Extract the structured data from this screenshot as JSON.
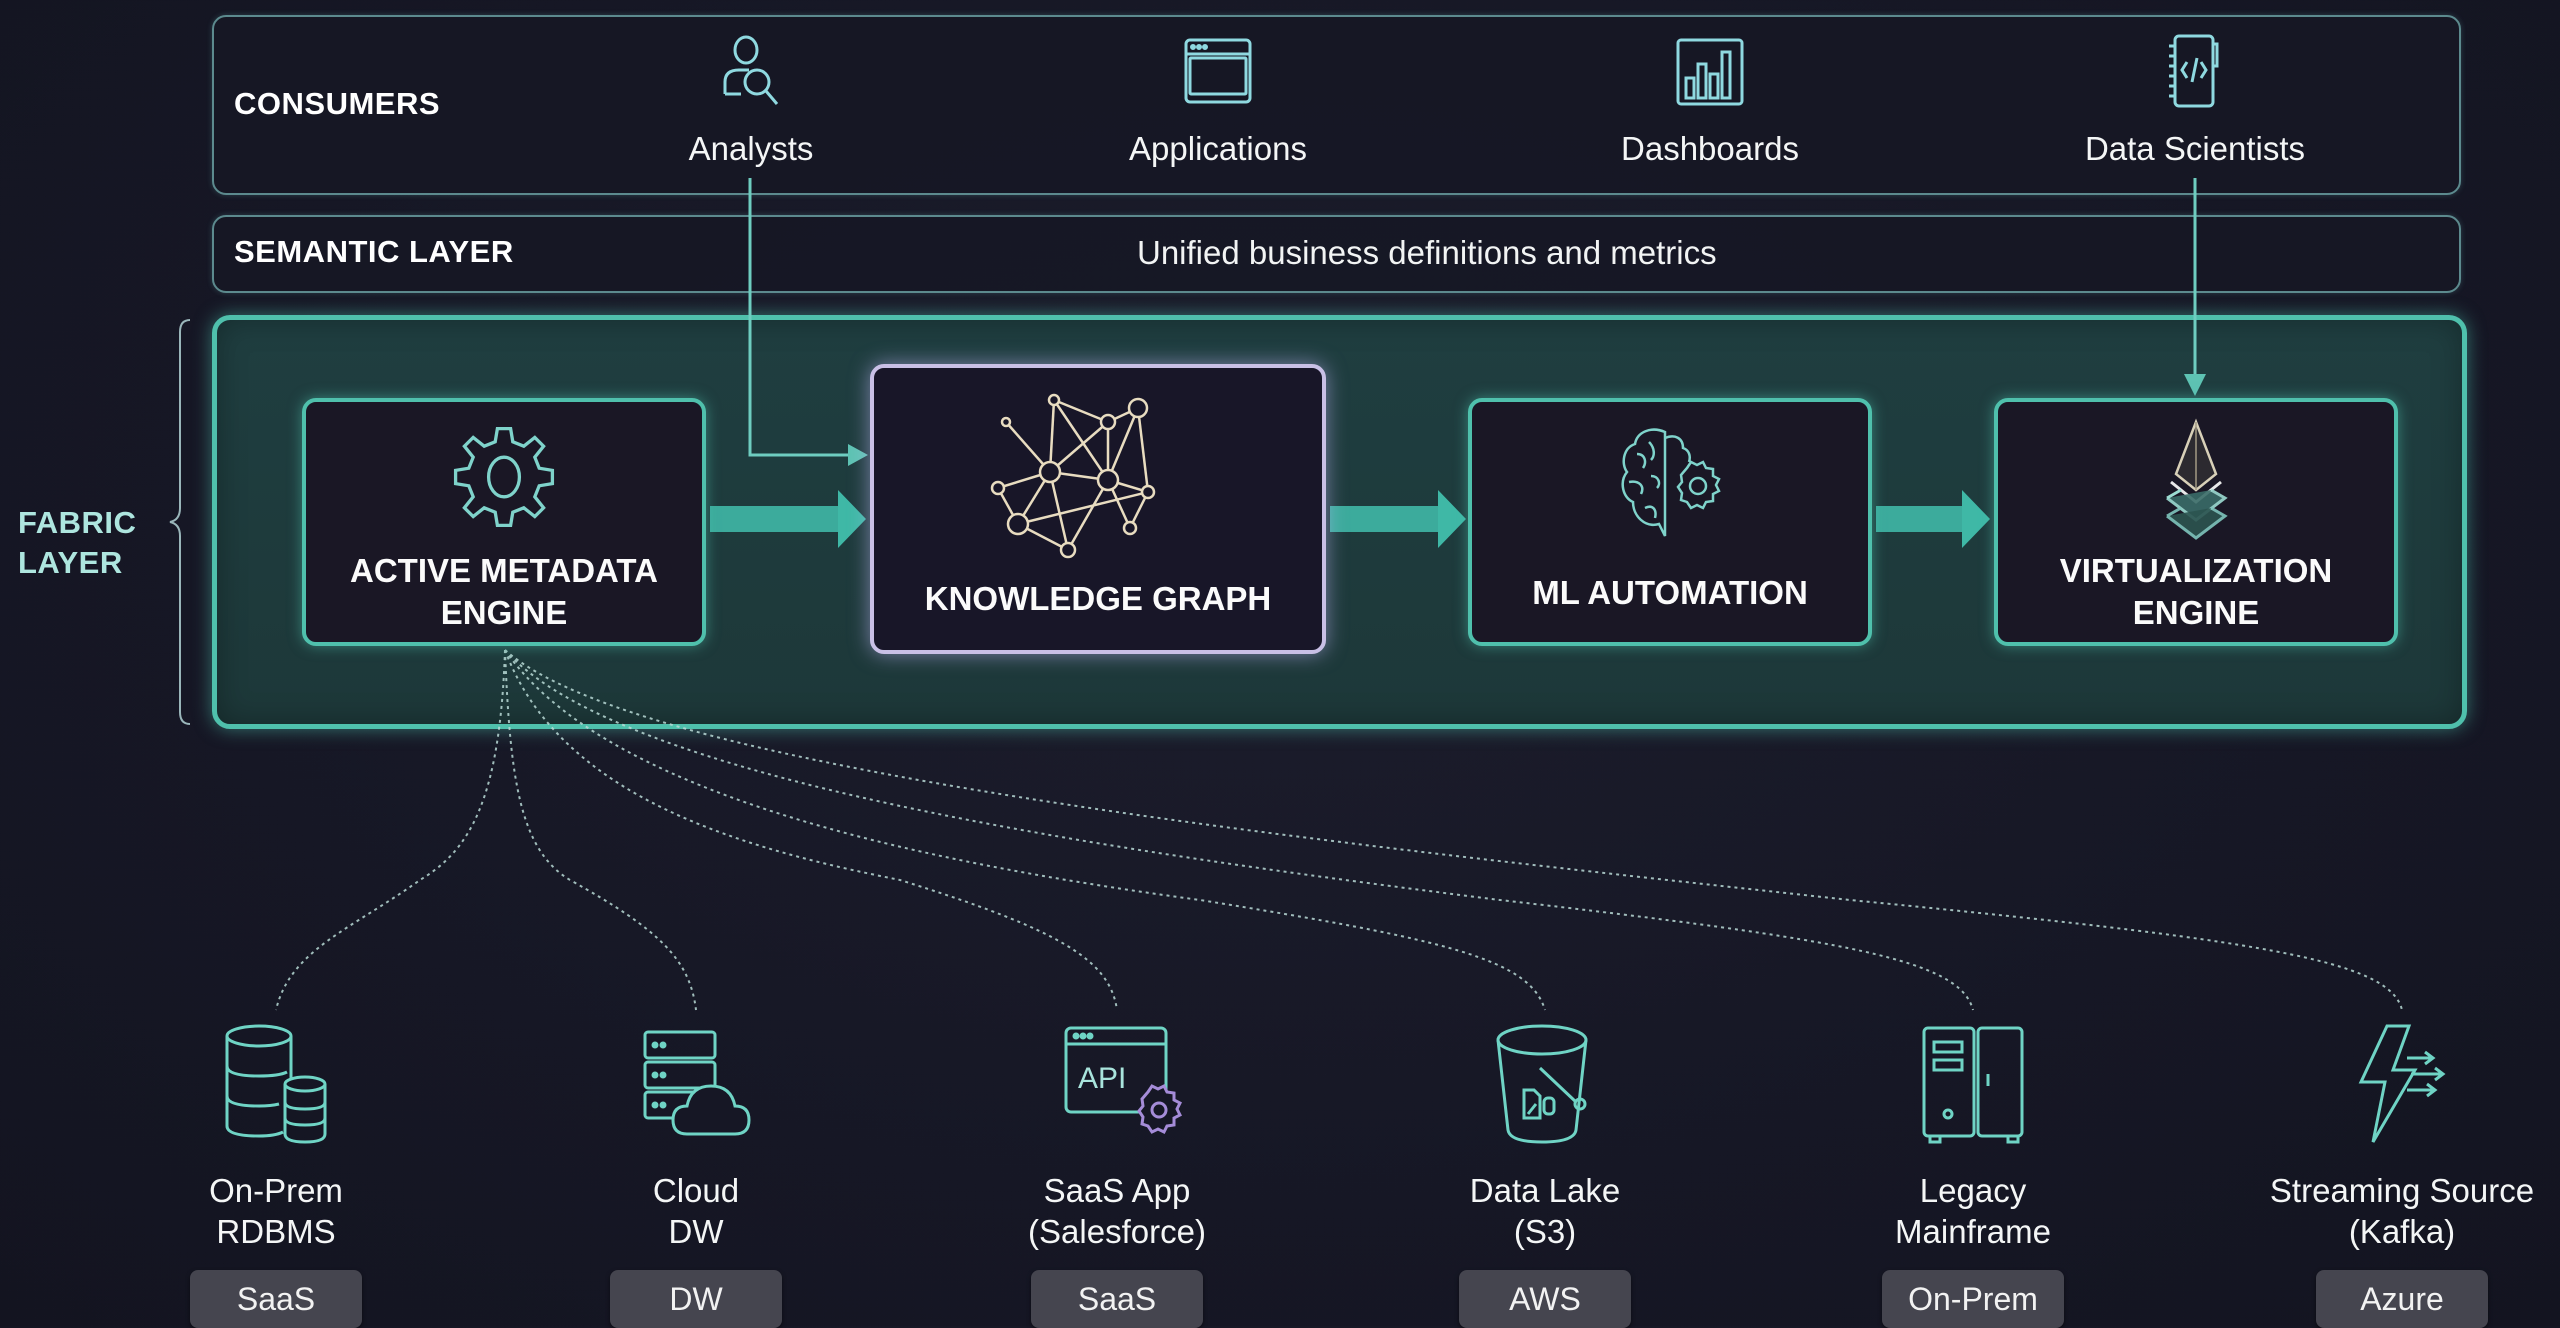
{
  "consumers": {
    "title": "CONSUMERS",
    "items": [
      {
        "label": "Analysts",
        "icon": "analyst-search-icon"
      },
      {
        "label": "Applications",
        "icon": "app-window-icon"
      },
      {
        "label": "Dashboards",
        "icon": "bar-chart-icon"
      },
      {
        "label": "Data Scientists",
        "icon": "code-notebook-icon"
      }
    ]
  },
  "semantic": {
    "title": "SEMANTIC LAYER",
    "description": "Unified business definitions and metrics"
  },
  "fabric": {
    "label_line1": "FABRIC",
    "label_line2": "LAYER",
    "engines": [
      {
        "line1": "ACTIVE METADATA",
        "line2": "ENGINE",
        "icon": "gear-icon"
      },
      {
        "line1": "KNOWLEDGE GRAPH",
        "line2": "",
        "icon": "network-graph-icon"
      },
      {
        "line1": "ML AUTOMATION",
        "line2": "",
        "icon": "brain-gear-icon"
      },
      {
        "line1": "VIRTUALIZATION",
        "line2": "ENGINE",
        "icon": "layers-pyramid-icon"
      }
    ]
  },
  "sources": [
    {
      "line1": "On-Prem",
      "line2": "RDBMS",
      "badge": "SaaS",
      "icon": "database-icon"
    },
    {
      "line1": "Cloud",
      "line2": "DW",
      "badge": "DW",
      "icon": "server-cloud-icon"
    },
    {
      "line1": "SaaS App",
      "line2": "(Salesforce)",
      "badge": "SaaS",
      "icon": "api-gear-icon"
    },
    {
      "line1": "Data Lake",
      "line2": "(S3)",
      "badge": "AWS",
      "icon": "bucket-icon"
    },
    {
      "line1": "Legacy",
      "line2": "Mainframe",
      "badge": "On-Prem",
      "icon": "mainframe-icon"
    },
    {
      "line1": "Streaming Source",
      "line2": "(Kafka)",
      "badge": "Azure",
      "icon": "stream-bolt-icon"
    }
  ],
  "colors": {
    "accent_teal": "#4fc0ac",
    "arrow_teal": "#3fb8a6",
    "knowledge_graph_border": "#c9c0e6",
    "knowledge_graph_nodes": "#e8dcc0",
    "background": "#161725",
    "badge_bg": "#45454f"
  }
}
